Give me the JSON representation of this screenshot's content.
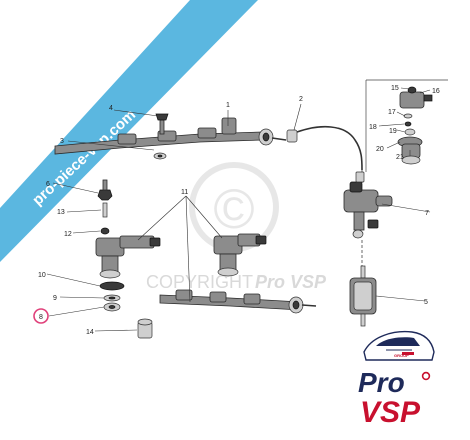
{
  "banner": {
    "text": "pro-piece-vsp.com",
    "color": "#5bb7e0"
  },
  "watermark": {
    "copyright_text": "COPYRIGHT",
    "brand_text": "Pro VSP",
    "symbol": "©"
  },
  "logo": {
    "pro": "Pro",
    "vsp": "VSP",
    "group": "GROUP",
    "accent_color": "#c8102e",
    "dark_color": "#1e2a5a"
  },
  "highlight": {
    "part": "8",
    "color": "#e0407a"
  },
  "parts": [
    {
      "id": "p1",
      "label": "1"
    },
    {
      "id": "p2",
      "label": "2"
    },
    {
      "id": "p3",
      "label": "3"
    },
    {
      "id": "p4",
      "label": "4"
    },
    {
      "id": "p5",
      "label": "5"
    },
    {
      "id": "p6",
      "label": "6"
    },
    {
      "id": "p7",
      "label": "7"
    },
    {
      "id": "p8",
      "label": "8"
    },
    {
      "id": "p9",
      "label": "9"
    },
    {
      "id": "p10",
      "label": "10"
    },
    {
      "id": "p11",
      "label": "11"
    },
    {
      "id": "p12",
      "label": "12"
    },
    {
      "id": "p13",
      "label": "13"
    },
    {
      "id": "p14",
      "label": "14"
    },
    {
      "id": "p15",
      "label": "15"
    },
    {
      "id": "p16",
      "label": "16"
    },
    {
      "id": "p17",
      "label": "17"
    },
    {
      "id": "p18",
      "label": "18"
    },
    {
      "id": "p19",
      "label": "19"
    },
    {
      "id": "p20",
      "label": "20"
    },
    {
      "id": "p21",
      "label": "21"
    }
  ]
}
